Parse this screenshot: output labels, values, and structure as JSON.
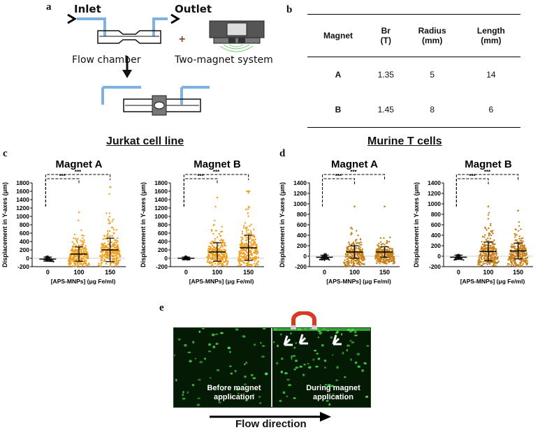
{
  "panel_labels": {
    "a": "a",
    "b": "b",
    "c": "c",
    "d": "d",
    "e": "e"
  },
  "panel_a": {
    "inlet": "Inlet",
    "outlet": "Outlet",
    "flow_chamber": "Flow chamber",
    "two_magnet_system": "Two-magnet system",
    "plus": "+"
  },
  "table": {
    "headers": [
      "Magnet",
      "Br\n(T)",
      "Radius\n(mm)",
      "Length\n(mm)"
    ],
    "rows": [
      [
        "A",
        "1.35",
        "5",
        "14"
      ],
      [
        "B",
        "1.45",
        "8",
        "6"
      ]
    ]
  },
  "section_titles": {
    "jurkat": "Jurkat cell line",
    "murine": "Murine T cells"
  },
  "significance": "***",
  "panel_e": {
    "before": "Before magnet application",
    "during": "During magnet application",
    "flow_direction": "Flow direction"
  },
  "colors": {
    "black_dots": "#222222",
    "jurkat_dots": "#f0a020",
    "murine_dots": "#c7801a",
    "tube": "#7fb2e0",
    "micro_bg": "#051a05",
    "micro_cells": "#4be04b"
  },
  "chart_data": [
    {
      "type": "scatter",
      "title": "Magnet A",
      "ylabel": "Displacement in Y-axes (μm)",
      "xlabel": "[APS-MNPs] (μg Fe/ml)",
      "categories": [
        "0",
        "100",
        "150"
      ],
      "ylim": [
        -200,
        1800
      ],
      "yticks": [
        -200,
        0,
        200,
        400,
        600,
        800,
        1000,
        1200,
        1400,
        1600,
        1800
      ],
      "series": [
        {
          "category": "0",
          "mean": -20,
          "sd": 50,
          "max": 50,
          "min": -120
        },
        {
          "category": "100",
          "mean": 100,
          "sd": 170,
          "max": 1100,
          "min": -200
        },
        {
          "category": "150",
          "mean": 200,
          "sd": 280,
          "max": 1700,
          "min": -200
        }
      ]
    },
    {
      "type": "scatter",
      "title": "Magnet B",
      "ylabel": "Displacement in Y-axes (μm)",
      "xlabel": "[APS-MNPs] (μg Fe/ml)",
      "categories": [
        "0",
        "100",
        "150"
      ],
      "ylim": [
        -200,
        1800
      ],
      "yticks": [
        -200,
        0,
        200,
        400,
        600,
        800,
        1000,
        1200,
        1400,
        1600,
        1800
      ],
      "series": [
        {
          "category": "0",
          "mean": 0,
          "sd": 30,
          "max": 50,
          "min": -80
        },
        {
          "category": "100",
          "mean": 150,
          "sd": 220,
          "max": 1450,
          "min": -200
        },
        {
          "category": "150",
          "mean": 250,
          "sd": 300,
          "max": 1600,
          "min": -200
        }
      ]
    },
    {
      "type": "scatter",
      "title": "Magnet A",
      "ylabel": "Displacement in Y-axes (μm)",
      "xlabel": "[APS-MNPs] (μg Fe/ml)",
      "categories": [
        "0",
        "100",
        "150"
      ],
      "ylim": [
        -200,
        1400
      ],
      "yticks": [
        -200,
        0,
        200,
        400,
        600,
        800,
        1000,
        1200,
        1400
      ],
      "series": [
        {
          "category": "0",
          "mean": -20,
          "sd": 40,
          "max": 40,
          "min": -120
        },
        {
          "category": "100",
          "mean": 80,
          "sd": 120,
          "max": 950,
          "min": -200
        },
        {
          "category": "150",
          "mean": 80,
          "sd": 100,
          "max": 950,
          "min": -150
        }
      ]
    },
    {
      "type": "scatter",
      "title": "Magnet B",
      "ylabel": "Displacement in Y-axes (μm)",
      "xlabel": "[APS-MNPs] (μg Fe/ml)",
      "categories": [
        "0",
        "100",
        "150"
      ],
      "ylim": [
        -200,
        1400
      ],
      "yticks": [
        -200,
        0,
        200,
        400,
        600,
        800,
        1000,
        1200,
        1400
      ],
      "series": [
        {
          "category": "0",
          "mean": -20,
          "sd": 40,
          "max": 30,
          "min": -120
        },
        {
          "category": "100",
          "mean": 90,
          "sd": 180,
          "max": 950,
          "min": -200
        },
        {
          "category": "150",
          "mean": 100,
          "sd": 150,
          "max": 870,
          "min": -200
        }
      ]
    }
  ]
}
